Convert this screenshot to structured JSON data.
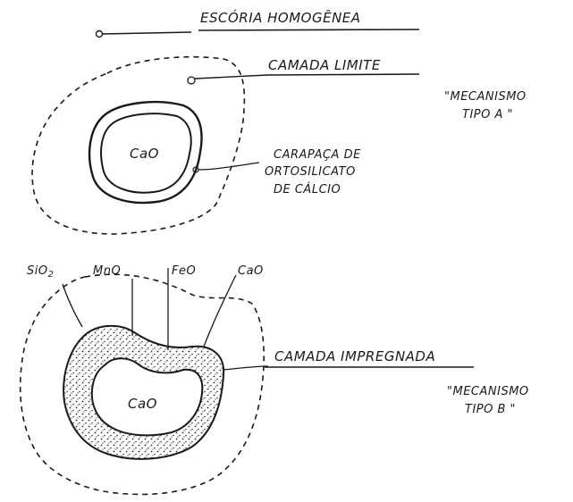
{
  "mechanism_a": {
    "header": "ESCÓRIA HOMOGÊNEA",
    "boundary_label": "CAMADA LIMITE",
    "core_label": "CaO",
    "shell_label_line1": "CARAPAÇA DE",
    "shell_label_line2": "ORTOSILICATO",
    "shell_label_line3": "DE  CÁLCIO",
    "mechanism_line1": "\"MECANISMO",
    "mechanism_line2": "TIPO  A    \""
  },
  "mechanism_b": {
    "oxide_labels": [
      "SiO2",
      "MnO",
      "FeO",
      "CaO"
    ],
    "impregnated_label": "CAMADA IMPREGNADA",
    "core_label": "CaO",
    "mechanism_line1": "\"MECANISMO",
    "mechanism_line2": "TIPO  B  \""
  },
  "colors": {
    "ink": "#1a1a1a",
    "background": "#ffffff",
    "stipple": "#2a2a2a"
  }
}
